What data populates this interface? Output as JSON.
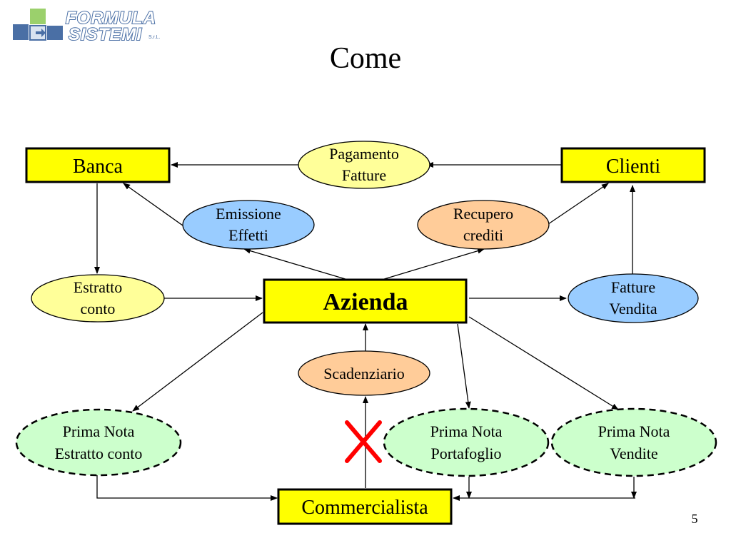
{
  "slide": {
    "title": "Come",
    "page_number": "5"
  },
  "logo": {
    "line1": "FORMULA",
    "line2": "SISTEMI",
    "suffix": "S.r.L."
  },
  "nodes": {
    "banca": "Banca",
    "clienti": "Clienti",
    "azienda": "Azienda",
    "commercialista": "Commercialista",
    "pagamento_fatture": [
      "Pagamento",
      "Fatture"
    ],
    "emissione_effetti": [
      "Emissione",
      "Effetti"
    ],
    "recupero_crediti": [
      "Recupero",
      "crediti"
    ],
    "estratto_conto": [
      "Estratto",
      "conto"
    ],
    "fatture_vendita": [
      "Fatture",
      "Vendita"
    ],
    "scadenziario": "Scadenziario",
    "prima_nota_estratto_conto": [
      "Prima Nota",
      "Estratto conto"
    ],
    "prima_nota_portafoglio": [
      "Prima Nota",
      "Portafoglio"
    ],
    "prima_nota_vendite": [
      "Prima Nota",
      "Vendite"
    ]
  },
  "colors": {
    "box_fill": "#ffff00",
    "pale_yellow": "#ffff99",
    "blue": "#99ccff",
    "orange": "#ffcc99",
    "green": "#ccffcc",
    "cross": "#ff0000",
    "logo_blue": "#4a6fa5",
    "logo_green": "#9bd06c",
    "line": "#000000"
  }
}
